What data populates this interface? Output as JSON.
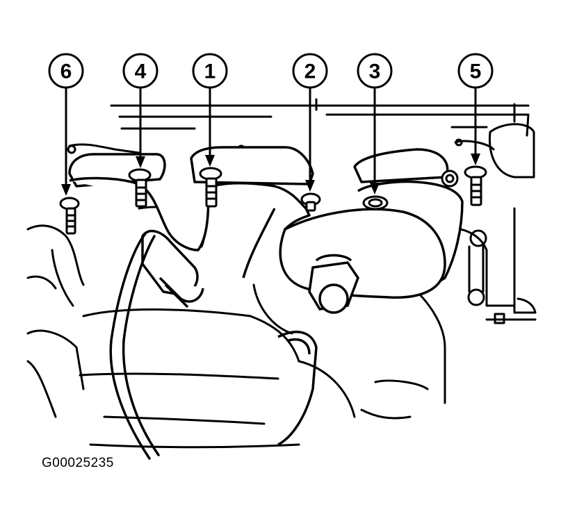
{
  "figure": {
    "id": "G00025235",
    "callouts": [
      {
        "label": "6",
        "bolt": "bolt-6"
      },
      {
        "label": "4",
        "bolt": "bolt-4"
      },
      {
        "label": "1",
        "bolt": "bolt-1"
      },
      {
        "label": "2",
        "bolt": "bolt-2"
      },
      {
        "label": "3",
        "bolt": "bolt-3"
      },
      {
        "label": "5",
        "bolt": "bolt-5"
      }
    ]
  },
  "colors": {
    "ink": "#000000",
    "paper": "#ffffff"
  }
}
